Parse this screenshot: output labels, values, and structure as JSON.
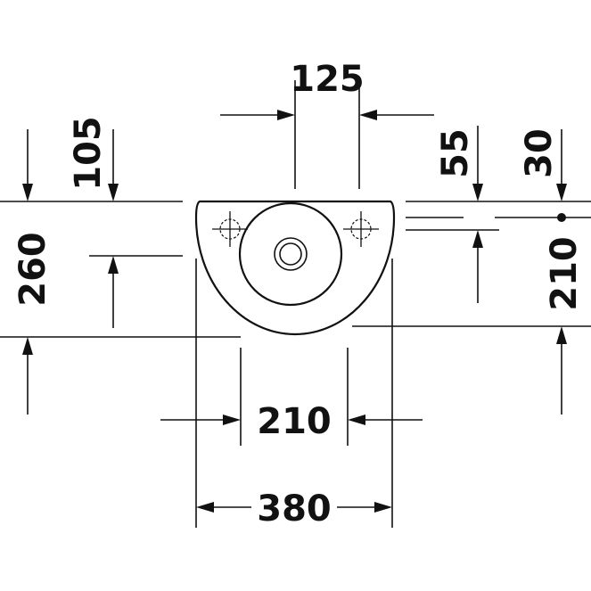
{
  "dimensions": {
    "tap_spacing": "125",
    "top_to_tap_center": "105",
    "overall_depth": "260",
    "top_offset_55": "55",
    "top_offset_30": "30",
    "fixing_height": "210",
    "bowl_width": "210",
    "overall_width": "380"
  },
  "colors": {
    "ink": "#111111",
    "background": "#ffffff"
  }
}
